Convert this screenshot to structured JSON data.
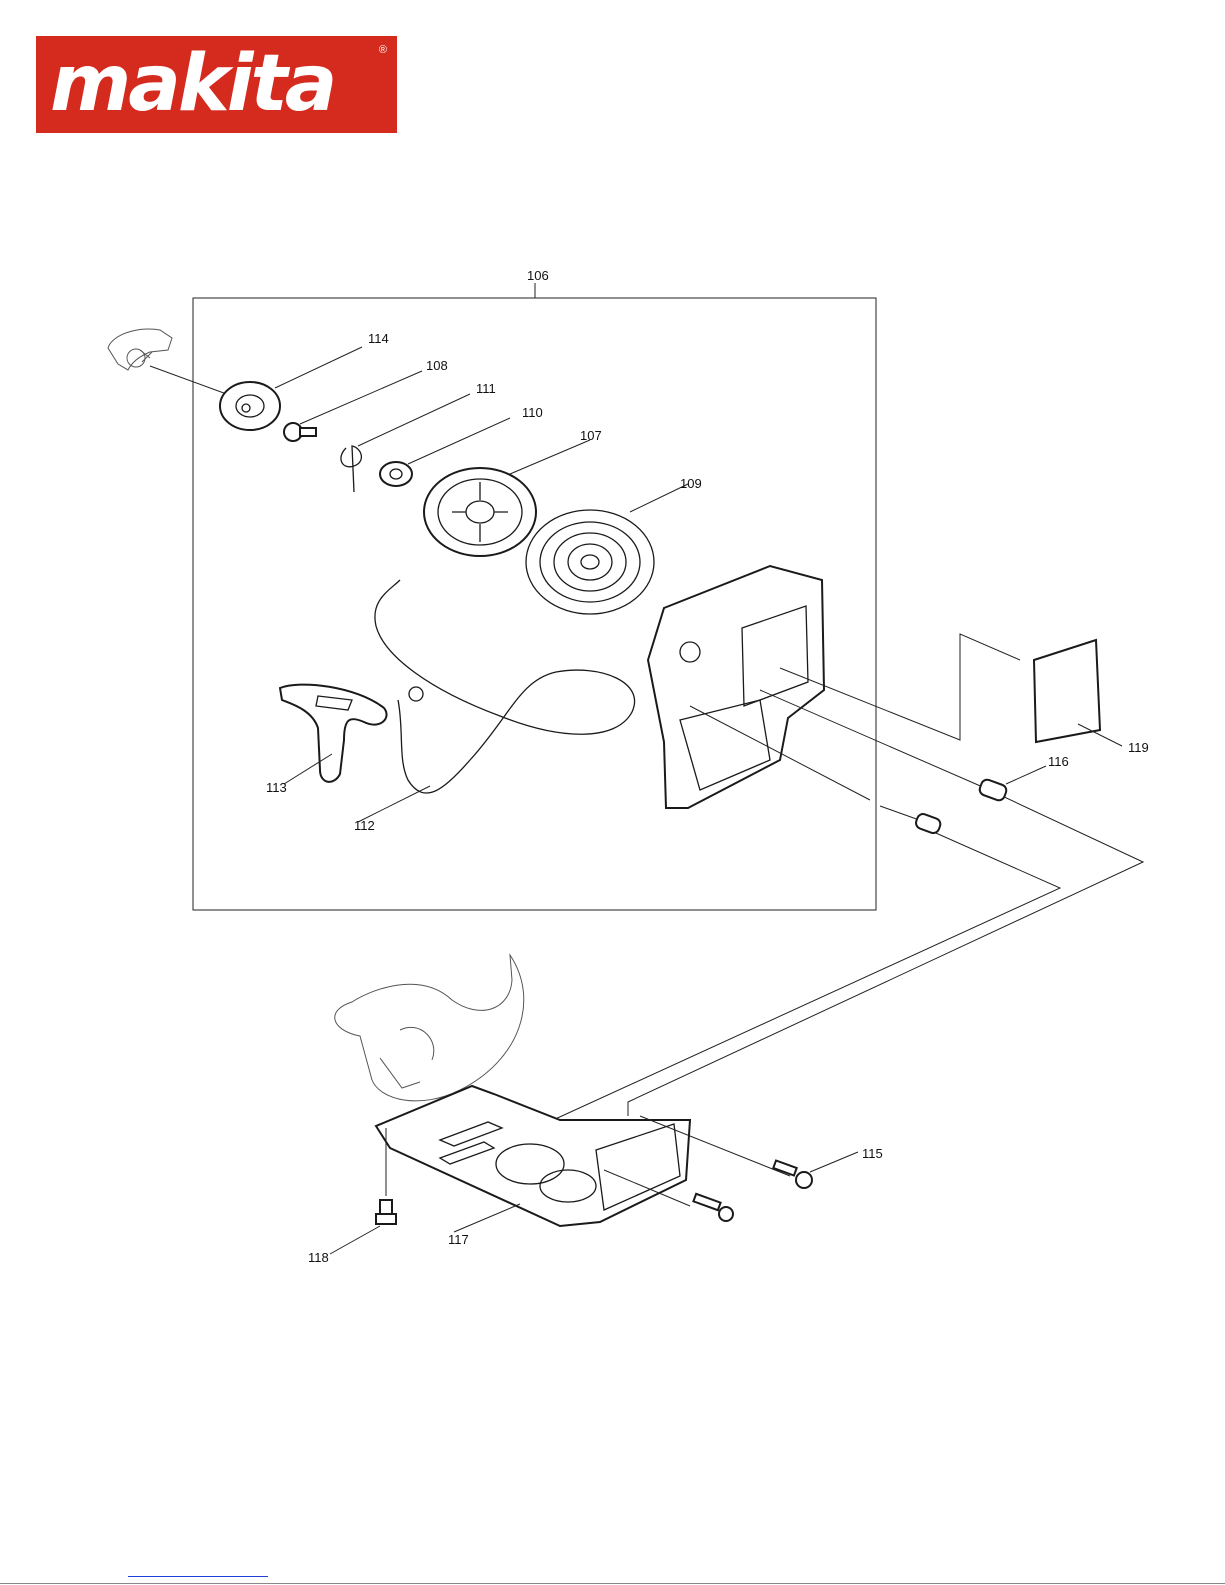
{
  "brand": {
    "name": "makita",
    "registered_mark": "®",
    "color": "#d52b1e"
  },
  "callouts": {
    "c106": "106",
    "c114": "114",
    "c108": "108",
    "c111": "111",
    "c110": "110",
    "c107": "107",
    "c109": "109",
    "c113": "113",
    "c112": "112",
    "c119": "119",
    "c116": "116",
    "c115": "115",
    "c117": "117",
    "c118": "118"
  }
}
